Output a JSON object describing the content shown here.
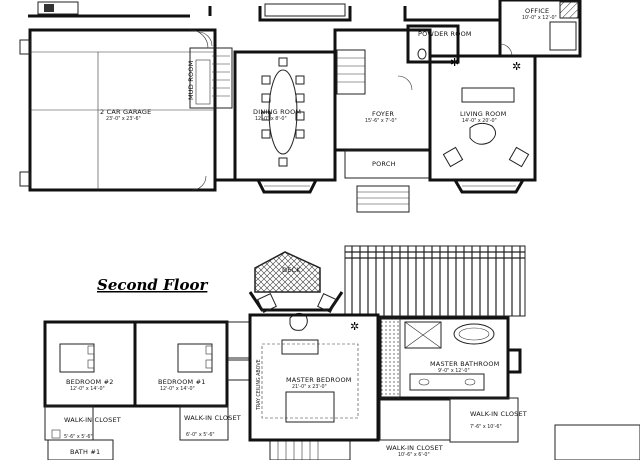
{
  "second_floor_title": "Second Floor",
  "first_floor": {
    "office": {
      "name": "OFFICE",
      "dims": "10'-0\" x 12'-0\""
    },
    "powder_room": {
      "name": "POWDER ROOM"
    },
    "mud_room": {
      "name": "MUD ROOM"
    },
    "garage": {
      "name": "2 CAR GARAGE",
      "dims": "23'-0\" x 23'-6\""
    },
    "dining_room": {
      "name": "DINING ROOM",
      "dims": "12'-0\" x 8'-0\""
    },
    "foyer": {
      "name": "FOYER",
      "dims": "15'-6\" x 7'-0\""
    },
    "living_room": {
      "name": "LIVING ROOM",
      "dims": "14'-0\" x 20'-0\""
    },
    "porch": {
      "name": "PORCH"
    }
  },
  "second_floor": {
    "deck": {
      "name": "DECK"
    },
    "bedroom2": {
      "name": "BEDROOM #2",
      "dims": "12'-0\" x 14'-0\""
    },
    "bedroom1": {
      "name": "BEDROOM #1",
      "dims": "12'-0\" x 14'-0\""
    },
    "master_bedroom": {
      "name": "MASTER BEDROOM",
      "dims": "21'-0\" x 23'-0\""
    },
    "master_bathroom": {
      "name": "MASTER BATHROOM",
      "dims": "9'-0\" x 12'-0\""
    },
    "walkin_closet_a": {
      "name": "WALK-IN CLOSET",
      "dims": "5'-6\" x 5'-6\""
    },
    "walkin_closet_b": {
      "name": "WALK-IN CLOSET",
      "dims": "6'-0\" x 5'-6\""
    },
    "walkin_closet_c": {
      "name": "WALK-IN CLOSET",
      "dims": "10'-6\" x 6'-0\""
    },
    "walkin_closet_d": {
      "name": "WALK-IN CLOSET",
      "dims": "7'-6\" x 10'-6\""
    },
    "bath1": {
      "name": "BATH #1"
    },
    "tray_ceiling": {
      "name": "TRAY CEILING ABOVE"
    }
  }
}
